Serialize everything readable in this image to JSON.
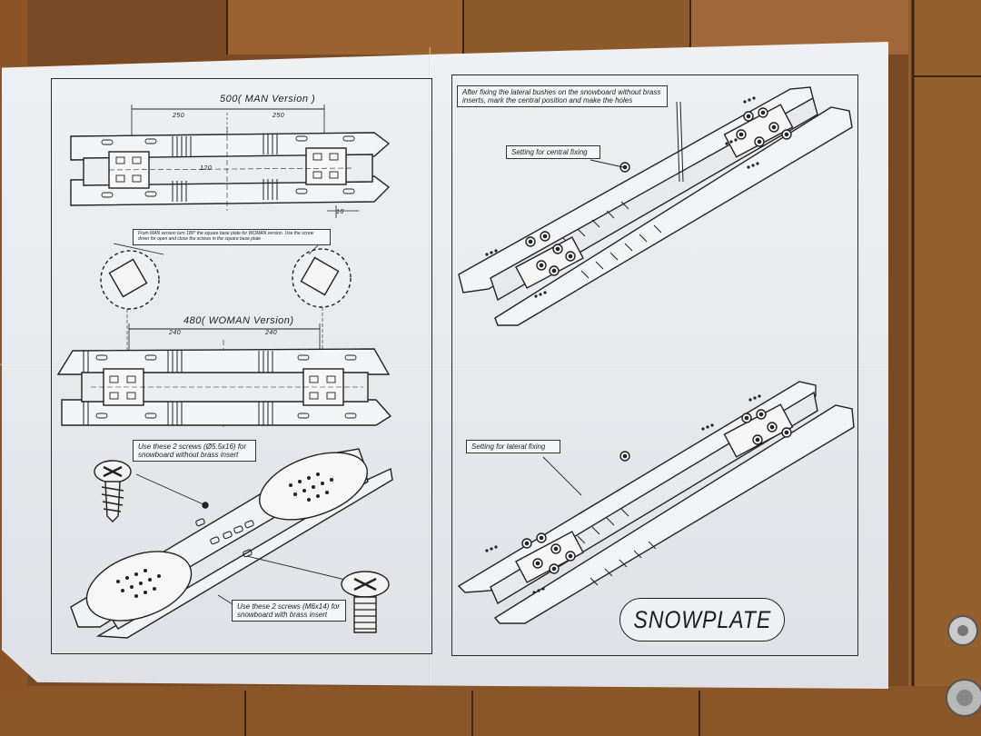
{
  "man_section": {
    "total_label": "500( MAN Version )",
    "sub_dims": [
      "250",
      "250"
    ],
    "side_dim": "10",
    "height_dim": "120",
    "note": "From MAN version turn 180° the square base plate for WOMAN version. Use the screw driver for open and close the screws in the square base plate"
  },
  "woman_section": {
    "total_label": "480( WOMAN Version)",
    "sub_dims": [
      "240",
      "240"
    ]
  },
  "screw_callouts": {
    "no_insert": "Use these 2 screws (Ø5.5x16) for snowboard without brass insert",
    "brass_insert": "Use these 2 screws (M6x14) for snowboard with brass insert"
  },
  "right_panel": {
    "top_note": "After fixing the lateral bushes on the snowboard without brass inserts, mark the central position and make the holes",
    "central_label": "Setting for central fixing",
    "lateral_label": "Setting for lateral fixing"
  },
  "brand": {
    "logo": "SNOWPLATE"
  },
  "colors": {
    "paper": "#e8eaee",
    "ink": "#222222",
    "wood": "#7a4a24"
  }
}
